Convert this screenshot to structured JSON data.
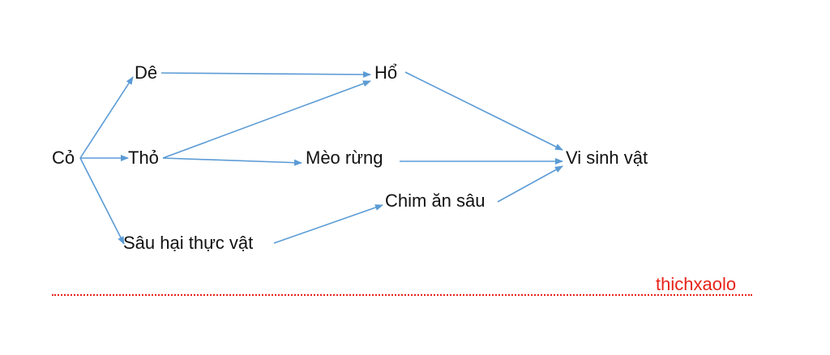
{
  "diagram": {
    "nodes": {
      "co": "Cỏ",
      "de": "Dê",
      "tho": "Thỏ",
      "sau_hai": "Sâu hại thực vật",
      "ho": "Hổ",
      "meo_rung": "Mèo rừng",
      "chim_an_sau": "Chim ăn sâu",
      "vi_sinh_vat": "Vi sinh vật"
    },
    "edges": [
      {
        "from": "co",
        "to": "de"
      },
      {
        "from": "co",
        "to": "tho"
      },
      {
        "from": "co",
        "to": "sau_hai"
      },
      {
        "from": "de",
        "to": "ho"
      },
      {
        "from": "tho",
        "to": "ho"
      },
      {
        "from": "tho",
        "to": "meo_rung"
      },
      {
        "from": "sau_hai",
        "to": "chim_an_sau"
      },
      {
        "from": "ho",
        "to": "vi_sinh_vat"
      },
      {
        "from": "meo_rung",
        "to": "vi_sinh_vat"
      },
      {
        "from": "chim_an_sau",
        "to": "vi_sinh_vat"
      }
    ],
    "arrow_color": "#5b9bd5",
    "label_color": "#111111"
  },
  "watermark": {
    "text": "thichxaolo",
    "color": "#e8231a"
  }
}
